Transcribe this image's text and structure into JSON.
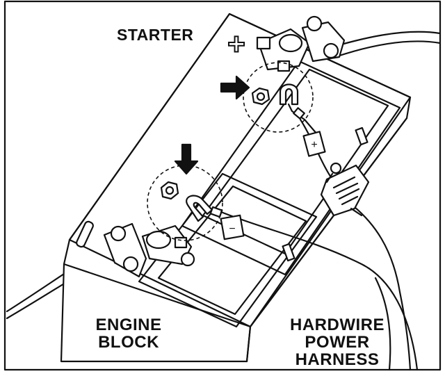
{
  "labels": {
    "starter": "STARTER",
    "engine_line1": "ENGINE",
    "engine_line2": "BLOCK",
    "harness_line1": "HARDWIRE",
    "harness_line2": "POWER HARNESS"
  },
  "symbols": {
    "positive": "+",
    "negative": "−",
    "positive_tag": "+",
    "negative_tag": "−"
  },
  "icons": {
    "arrow": "arrow-right-icon",
    "nut": "hex-nut-icon",
    "ring": "ring-terminal-icon",
    "fuse": "fuse-holder-icon"
  },
  "colors": {
    "line": "#111111",
    "fill": "#ffffff"
  }
}
